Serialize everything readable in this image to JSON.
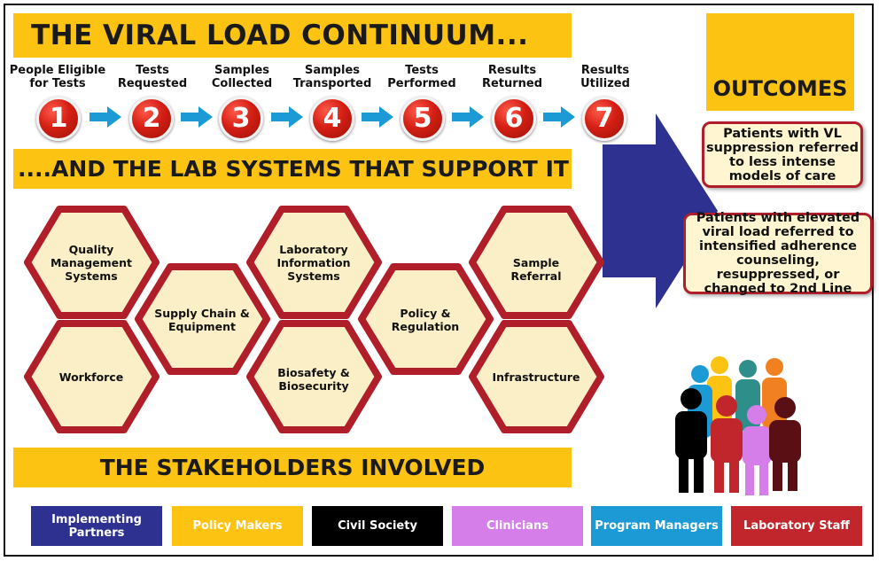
{
  "headings": {
    "continuum": "THE VIRAL LOAD CONTINUUM...",
    "lab_systems": "....AND THE LAB SYSTEMS THAT SUPPORT IT",
    "outcomes": "OUTCOMES",
    "stakeholders": "THE STAKEHOLDERS INVOLVED"
  },
  "steps": [
    {
      "number": "1",
      "label": "People Eligible for Tests"
    },
    {
      "number": "2",
      "label": "Tests Requested"
    },
    {
      "number": "3",
      "label": "Samples Collected"
    },
    {
      "number": "4",
      "label": "Samples Transported"
    },
    {
      "number": "5",
      "label": "Tests Performed"
    },
    {
      "number": "6",
      "label": "Results Returned"
    },
    {
      "number": "7",
      "label": "Results Utilized"
    }
  ],
  "outcomes": [
    "Patients with VL suppression referred to less intense models of care",
    "Patients with elevated viral load referred to intensified adherence counseling, resuppressed, or changed to 2nd Line"
  ],
  "lab_systems": [
    "Quality Management Systems",
    "Workforce",
    "Supply Chain & Equipment",
    "Laboratory Information Systems",
    "Biosafety & Biosecurity",
    "Policy & Regulation",
    "Sample Referral",
    "Infrastructure"
  ],
  "stakeholders": [
    {
      "label": "Implementing Partners",
      "color": "#2e3190",
      "text_color": "#ffffff"
    },
    {
      "label": "Policy Makers",
      "color": "#fcc312",
      "text_color": "#ffffff"
    },
    {
      "label": "Civil Society",
      "color": "#000000",
      "text_color": "#ffffff"
    },
    {
      "label": "Clinicians",
      "color": "#d57de8",
      "text_color": "#ffffff"
    },
    {
      "label": "Program Managers",
      "color": "#1c9ad6",
      "text_color": "#ffffff"
    },
    {
      "label": "Laboratory Staff",
      "color": "#c1262d",
      "text_color": "#ffffff"
    }
  ],
  "colors": {
    "banner": "#fcc312",
    "step_circle": "#d51f14",
    "step_arrow": "#1c9ad6",
    "big_arrow": "#2e3190",
    "hex_border": "#b01e2a",
    "hex_fill": "#fbefc8",
    "outcome_border": "#b01e2a"
  },
  "icons": {
    "step_arrow": "right-arrow-icon",
    "big_arrow": "large-right-arrow-icon",
    "people": "people-group-icon"
  }
}
